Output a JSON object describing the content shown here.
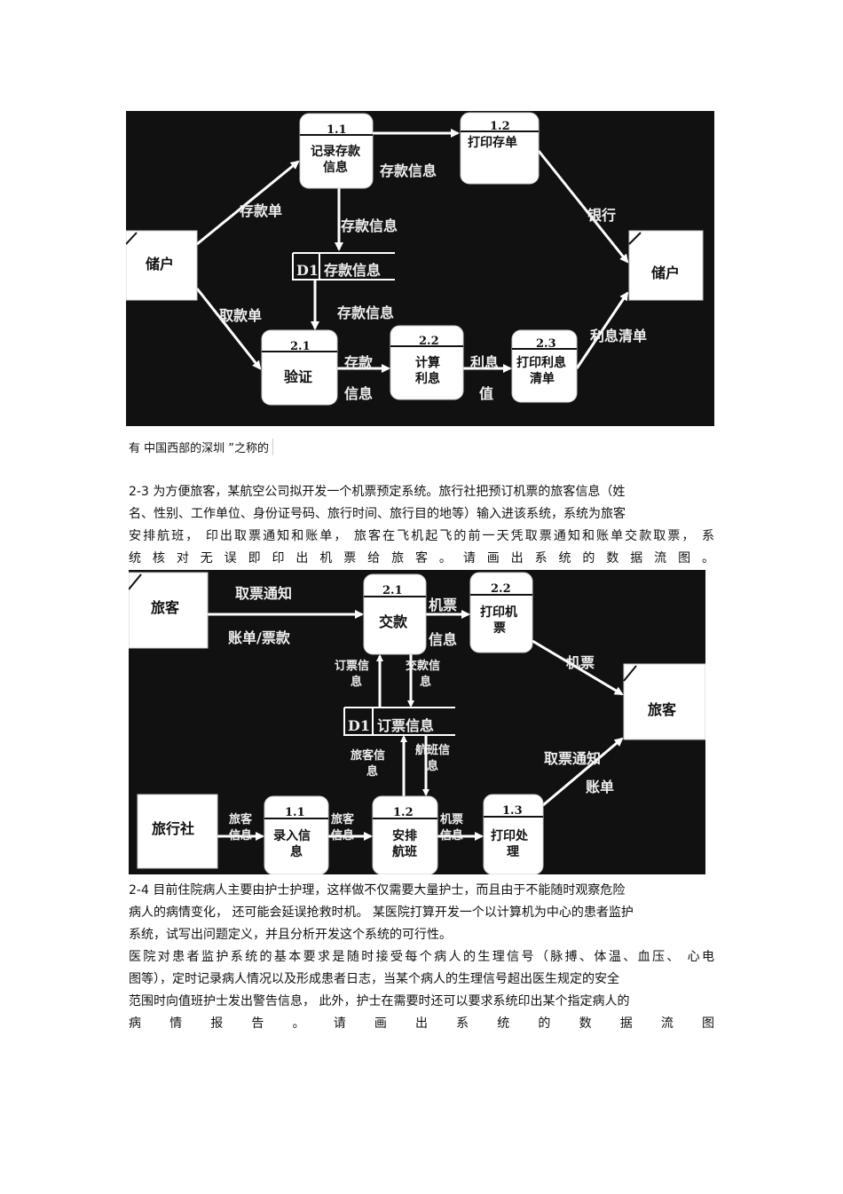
{
  "diagram1": {
    "entity_left": "储户",
    "entity_right": "储户",
    "p11": {
      "num": "1.1",
      "l1": "记录存款",
      "l2": "信息"
    },
    "p12": {
      "num": "1.2",
      "l1": "打印存单"
    },
    "p21": {
      "num": "2.1",
      "l1": "验证"
    },
    "p22": {
      "num": "2.2",
      "l1": "计算",
      "l2": "利息"
    },
    "p23": {
      "num": "2.3",
      "l1": "打印利息",
      "l2": "清单"
    },
    "store": {
      "id": "D1",
      "name": "存款信息"
    },
    "flows": [
      "存款单",
      "存款信息",
      "存款信息",
      "银行",
      "取款单",
      "存款信息",
      "存款",
      "信息",
      "利息",
      "值",
      "利息清单"
    ]
  },
  "caption": "有 中国西部的深圳 ”之称的",
  "section23": [
    "2-3 为方便旅客，某航空公司拟开发一个机票预定系统。旅行社把预订机票的旅客信息（姓",
    "名、性别、工作单位、身份证号码、旅行时间、旅行目的地等）输入进该系统，系统为旅客",
    "安排航班， 印出取票通知和账单， 旅客在飞机起飞的前一天凭取票通知和账单交款取票， 系",
    "统 核 对 无 误 即 印 出 机 票 给 旅 客 。 请 画 出 系 统 的 数 据 流 图 。"
  ],
  "diagram2": {
    "entity_left": "旅客",
    "entity_right": "旅客",
    "entity_agency": "旅行社",
    "p21": {
      "num": "2.1",
      "l1": "交款"
    },
    "p22": {
      "num": "2.2",
      "l1": "打印机",
      "l2": "票"
    },
    "p11": {
      "num": "1.1",
      "l1": "录入信",
      "l2": "息"
    },
    "p12": {
      "num": "1.2",
      "l1": "安排",
      "l2": "航班"
    },
    "p13": {
      "num": "1.3",
      "l1": "打印处",
      "l2": "理"
    },
    "store": {
      "id": "D1",
      "name": "订票信息"
    },
    "flows": [
      "取票通知",
      "账单/票款",
      "机票",
      "信息",
      "机票",
      "订票信",
      "息",
      "交款信",
      "息",
      "旅客信",
      "息",
      "航班信",
      "息",
      "取票通知",
      "账单",
      "旅客",
      "信息",
      "旅客",
      "信息",
      "机票",
      "信息"
    ]
  },
  "section24": [
    "2-4 目前住院病人主要由护士护理，这样做不仅需要大量护士，而且由于不能随时观察危险",
    "病人的病情变化， 还可能会延误抢救时机。 某医院打算开发一个以计算机为中心的患者监护",
    "系统，试写出问题定义，并且分析开发这个系统的可行性。",
    "医院对患者监护系统的基本要求是随时接受每个病人的生理信号（脉搏、体温、血压、 心电",
    "图等），定时记录病人情况以及形成患者日志，当某个病人的生理信号超出医生规定的安全",
    "范围时向值班护士发出警告信息， 此外，护士在需要时还可以要求系统印出某个指定病人的",
    "病 情 报 告 。 请 画 出 系 统 的 数 据 流 图"
  ]
}
